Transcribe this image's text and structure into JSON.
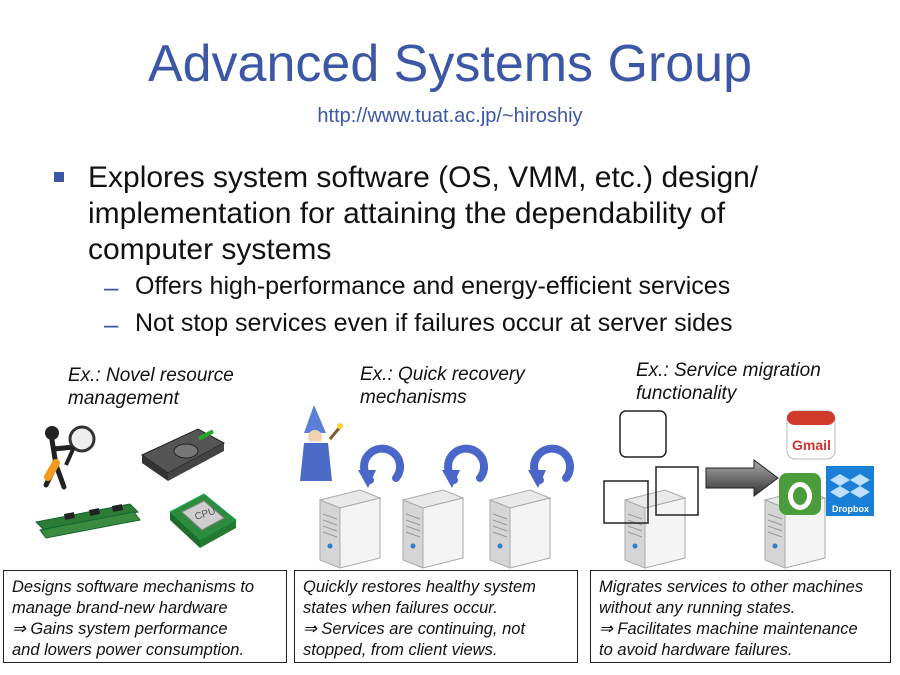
{
  "title": "Advanced Systems Group",
  "url": "http://www.tuat.ac.jp/~hiroshiy",
  "main_bullet": {
    "line1": " Explores system software (OS, VMM, etc.) design/",
    "line2": "implementation for attaining the dependability of",
    "line3": "computer systems"
  },
  "sub_bullets": [
    "Offers high-performance and energy-efficient services",
    "Not stop services even if failures occur at server sides"
  ],
  "dash": "–",
  "examples": [
    {
      "line1": "Ex.: Novel resource",
      "line2": "management"
    },
    {
      "line1": "Ex.: Quick recovery",
      "line2": "mechanisms"
    },
    {
      "line1": "Ex.: Service migration",
      "line2": "functionality"
    }
  ],
  "boxes": [
    {
      "line1": "Designs software mechanisms to",
      "line2": "manage brand-new hardware",
      "line3": "⇒ Gains system performance",
      "line4": "and lowers power consumption."
    },
    {
      "line1": "Quickly restores healthy system",
      "line2": "states when failures occur.",
      "line3": "⇒ Services are continuing, not",
      "line4": "stopped, from client views."
    },
    {
      "line1": "Migrates services to other machines",
      "line2": "without any running states.",
      "line3": "⇒ Facilitates machine maintenance",
      "line4": "to avoid hardware failures."
    }
  ],
  "logos": {
    "gmail": "Gmail",
    "dropbox": "Dropbox",
    "cpu": "CPU"
  },
  "colors": {
    "accent": "#3b57a6",
    "arrow_blue": "#4a66c8"
  }
}
